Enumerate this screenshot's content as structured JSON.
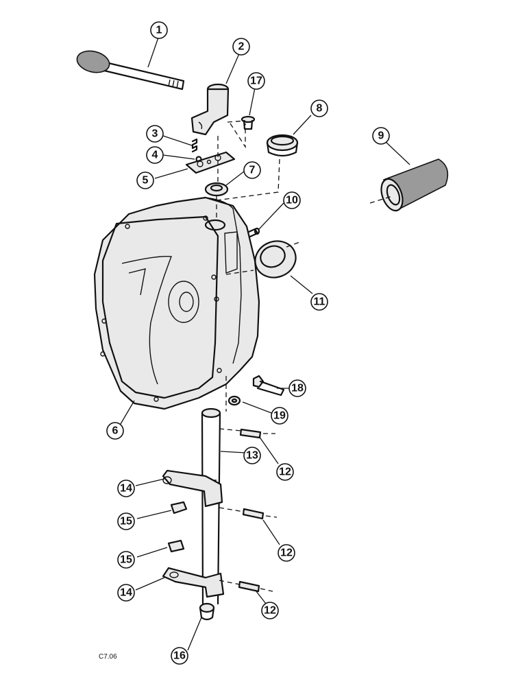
{
  "figure_code": "C7.06",
  "callouts": [
    {
      "id": "c1",
      "label": "1"
    },
    {
      "id": "c2",
      "label": "2"
    },
    {
      "id": "c3",
      "label": "3"
    },
    {
      "id": "c4",
      "label": "4"
    },
    {
      "id": "c5",
      "label": "5"
    },
    {
      "id": "c6",
      "label": "6"
    },
    {
      "id": "c7",
      "label": "7"
    },
    {
      "id": "c8",
      "label": "8"
    },
    {
      "id": "c9",
      "label": "9"
    },
    {
      "id": "c10",
      "label": "10"
    },
    {
      "id": "c11",
      "label": "11"
    },
    {
      "id": "c12a",
      "label": "12"
    },
    {
      "id": "c12b",
      "label": "12"
    },
    {
      "id": "c12c",
      "label": "12"
    },
    {
      "id": "c13",
      "label": "13"
    },
    {
      "id": "c14a",
      "label": "14"
    },
    {
      "id": "c14b",
      "label": "14"
    },
    {
      "id": "c15a",
      "label": "15"
    },
    {
      "id": "c15b",
      "label": "15"
    },
    {
      "id": "c16",
      "label": "16"
    },
    {
      "id": "c17",
      "label": "17"
    },
    {
      "id": "c18",
      "label": "18"
    },
    {
      "id": "c19",
      "label": "19"
    }
  ]
}
